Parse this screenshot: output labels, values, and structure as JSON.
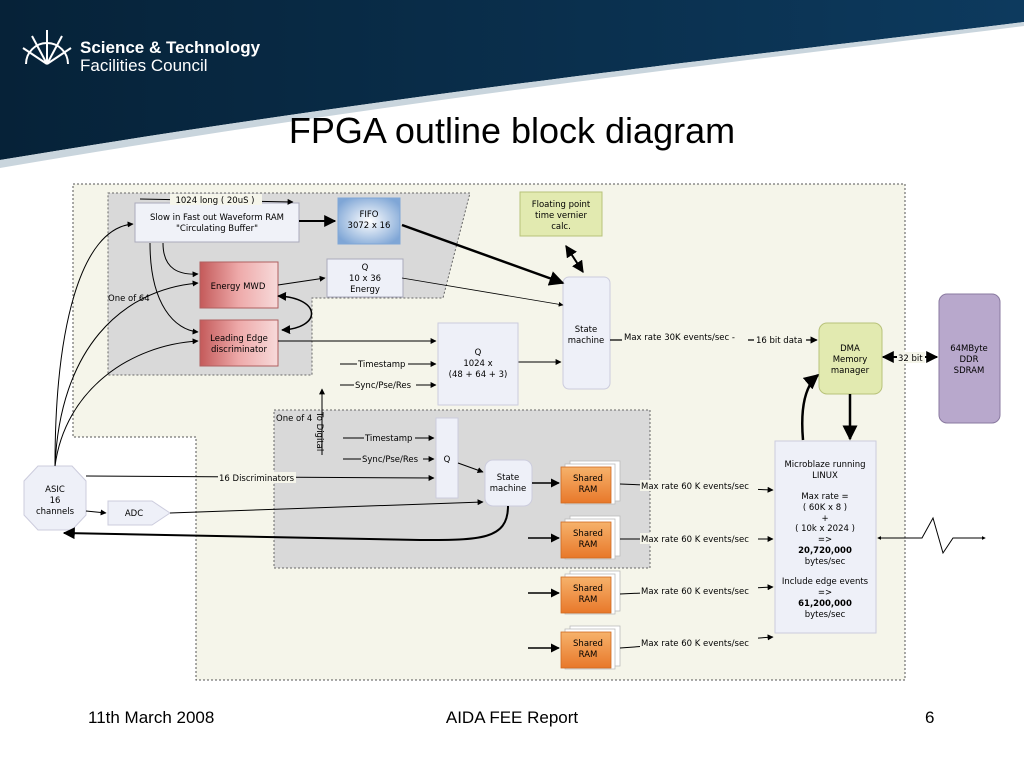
{
  "logo": {
    "line1": "Science & Technology",
    "line2": "Facilities Council"
  },
  "title": "FPGA outline block diagram",
  "footer": {
    "date": "11th March 2008",
    "report": "AIDA FEE Report",
    "page": "6"
  },
  "diagram": {
    "label_1024": "1024 long  ( 20uS )",
    "waveform_ram": [
      "Slow in Fast out Waveform RAM",
      "\"Circulating Buffer\""
    ],
    "fifo": [
      "FIFO",
      "3072 x 16"
    ],
    "float_calc": [
      "Floating point",
      "time  vernier",
      "calc."
    ],
    "energy_mwd": "Energy MWD",
    "q_energy": [
      "Q",
      "10 x 36",
      "Energy"
    ],
    "one_of_64": "One of 64",
    "leading_edge": [
      "Leading Edge",
      "discriminator"
    ],
    "state_machine_top": [
      "State",
      "machine"
    ],
    "max_rate_30k": "Max rate 30K events/sec  -",
    "bit16": "16 bit data",
    "dma": [
      "DMA",
      "Memory",
      "manager"
    ],
    "bit32": "32 bit",
    "sdram": [
      "64MByte",
      "DDR",
      "SDRAM"
    ],
    "q_1024": [
      "Q",
      "1024 x",
      "(48 + 64 + 3)"
    ],
    "timestamp": "Timestamp",
    "sync": "Sync/Pse/Res",
    "one_of_4": "One of 4",
    "to_digital": "To Digital",
    "q_small": "Q",
    "state_machine_bottom": [
      "State",
      "machine"
    ],
    "asic": [
      "ASIC",
      "16",
      "channels"
    ],
    "sixteen_disc": "16 Discriminators",
    "adc": "ADC",
    "shared_ram": [
      "Shared",
      "RAM"
    ],
    "max_rate_60k": "Max rate  60 K events/sec",
    "microblaze": {
      "l1": "Microblaze   running",
      "l2": "LINUX",
      "l3": "Max rate  =",
      "l4": "( 60K x 8 )",
      "l5": "+",
      "l6": "( 10k x 2024 )",
      "l7": "=>",
      "l8": "20,720,000",
      "l9": "bytes/sec",
      "l10": "Include edge events",
      "l11": "=>",
      "l12": "61,200,000",
      "l13": "bytes/sec"
    }
  },
  "colors": {
    "header_navy": "#0d3050",
    "panel_bg": "#f5f5ea",
    "gray_region": "#d9d9d9",
    "red_block": "#d87a7a",
    "fifo_blue": "#9ab8dd",
    "calc_green": "#e2eab0",
    "dma_green": "#e2eab0",
    "sdram_purple": "#b8a8cc",
    "orange_ram": "#f09040"
  }
}
